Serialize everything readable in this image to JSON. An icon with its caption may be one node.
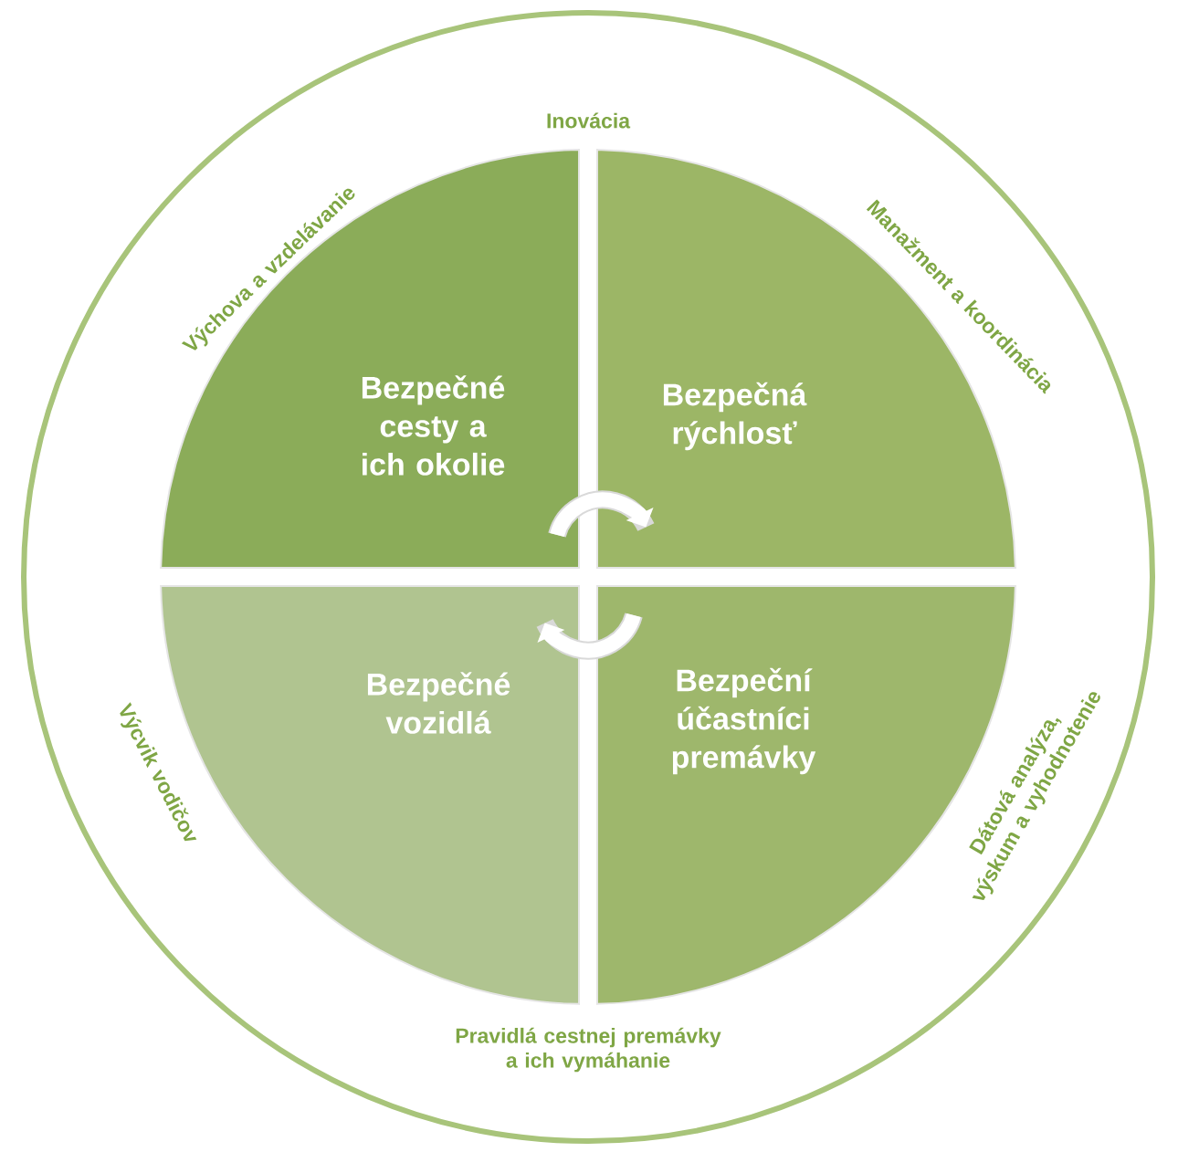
{
  "diagram": {
    "nodes": [
      {
        "text": [
          "Bezpečné cesty a ich okolie"
        ]
      },
      {
        "text": [
          "Bezpečná rýchlosť"
        ]
      },
      {
        "text": [
          "Bezpečné vozidlá"
        ]
      },
      {
        "text": [
          "Bezpeční účastníci premávky"
        ]
      }
    ],
    "edges": [
      {
        "from": 0,
        "to": 1,
        "arrow": "to"
      },
      {
        "from": 3,
        "to": 2,
        "arrow": "to"
      }
    ],
    "labels": [
      "Inovácia",
      "Výchova a vzdelávanie",
      "Manažment a koordinácia",
      "Výcvik vodičov",
      "Dátová analýza, výskum a vyhodnotenie",
      "Pravidlá cestnej premávky a ich vymáhanie"
    ]
  }
}
